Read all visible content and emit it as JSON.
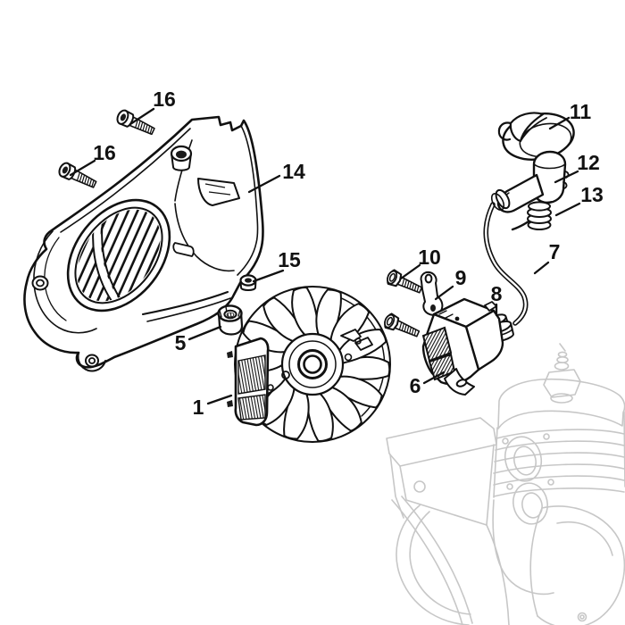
{
  "diagram": {
    "type": "exploded-parts-diagram",
    "background_color": "#ffffff",
    "line_color": "#111111",
    "watermark_color": "#c7c7c7",
    "callouts": [
      {
        "part": "screw-upper",
        "label": "16"
      },
      {
        "part": "screw-lower",
        "label": "16"
      },
      {
        "part": "fan-housing",
        "label": "14"
      },
      {
        "part": "washer",
        "label": "15"
      },
      {
        "part": "collar-nut",
        "label": "5"
      },
      {
        "part": "flywheel",
        "label": "1"
      },
      {
        "part": "module-screw",
        "label": "10"
      },
      {
        "part": "bracket",
        "label": "9"
      },
      {
        "part": "clamp",
        "label": "8"
      },
      {
        "part": "ignition-module",
        "label": "6"
      },
      {
        "part": "boot-cover",
        "label": "11"
      },
      {
        "part": "spark-plug-boot",
        "label": "12"
      },
      {
        "part": "spring",
        "label": "13"
      },
      {
        "part": "ignition-lead",
        "label": "7"
      }
    ]
  }
}
